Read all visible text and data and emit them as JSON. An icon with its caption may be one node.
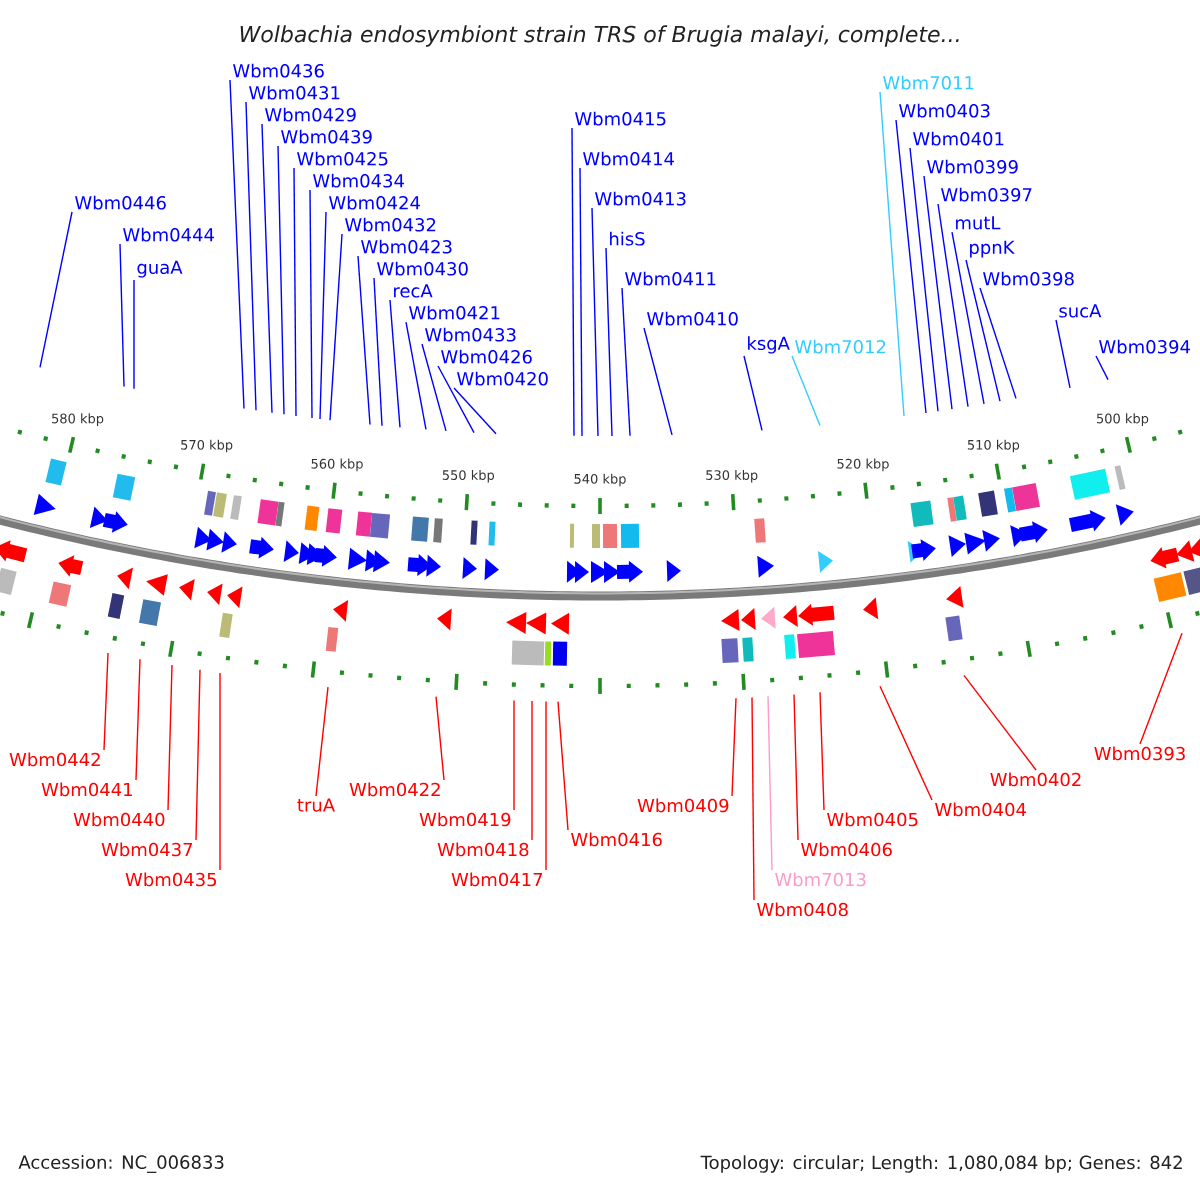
{
  "diagram": {
    "title": "Wolbachia endosymbiont strain TRS of Brugia malayi, complete...",
    "nodes": [
      {
        "text": [
          "Wbm0446"
        ]
      },
      {
        "text": [
          "Wbm0444"
        ]
      },
      {
        "text": [
          "guaA"
        ]
      },
      {
        "text": [
          "Wbm0436"
        ]
      },
      {
        "text": [
          "Wbm0431"
        ]
      },
      {
        "text": [
          "Wbm0429"
        ]
      },
      {
        "text": [
          "Wbm0439"
        ]
      },
      {
        "text": [
          "Wbm0425"
        ]
      },
      {
        "text": [
          "Wbm0434"
        ]
      },
      {
        "text": [
          "Wbm0424"
        ]
      },
      {
        "text": [
          "Wbm0432"
        ]
      },
      {
        "text": [
          "Wbm0423"
        ]
      },
      {
        "text": [
          "Wbm0430"
        ]
      },
      {
        "text": [
          "recA"
        ]
      },
      {
        "text": [
          "Wbm0421"
        ]
      },
      {
        "text": [
          "Wbm0433"
        ]
      },
      {
        "text": [
          "Wbm0426"
        ]
      },
      {
        "text": [
          "Wbm0420"
        ]
      },
      {
        "text": [
          "Wbm0415"
        ]
      },
      {
        "text": [
          "Wbm0414"
        ]
      },
      {
        "text": [
          "Wbm0413"
        ]
      },
      {
        "text": [
          "hisS"
        ]
      },
      {
        "text": [
          "Wbm0411"
        ]
      },
      {
        "text": [
          "Wbm0410"
        ]
      },
      {
        "text": [
          "ksgA"
        ]
      },
      {
        "text": [
          "Wbm7012"
        ]
      },
      {
        "text": [
          "Wbm7011"
        ]
      },
      {
        "text": [
          "Wbm0403"
        ]
      },
      {
        "text": [
          "Wbm0401"
        ]
      },
      {
        "text": [
          "Wbm0399"
        ]
      },
      {
        "text": [
          "Wbm0397"
        ]
      },
      {
        "text": [
          "mutL"
        ]
      },
      {
        "text": [
          "ppnK"
        ]
      },
      {
        "text": [
          "Wbm0398"
        ]
      },
      {
        "text": [
          "sucA"
        ]
      },
      {
        "text": [
          "Wbm0394"
        ]
      },
      {
        "text": [
          "Wbm0442"
        ]
      },
      {
        "text": [
          "Wbm0441"
        ]
      },
      {
        "text": [
          "Wbm0440"
        ]
      },
      {
        "text": [
          "Wbm0437"
        ]
      },
      {
        "text": [
          "Wbm0435"
        ]
      },
      {
        "text": [
          "truA"
        ]
      },
      {
        "text": [
          "Wbm0422"
        ]
      },
      {
        "text": [
          "Wbm0419"
        ]
      },
      {
        "text": [
          "Wbm0418"
        ]
      },
      {
        "text": [
          "Wbm0417"
        ]
      },
      {
        "text": [
          "Wbm0416"
        ]
      },
      {
        "text": [
          "Wbm0409"
        ]
      },
      {
        "text": [
          "Wbm0408"
        ]
      },
      {
        "text": [
          "Wbm7013"
        ]
      },
      {
        "text": [
          "Wbm0406"
        ]
      },
      {
        "text": [
          "Wbm0405"
        ]
      },
      {
        "text": [
          "Wbm0404"
        ]
      },
      {
        "text": [
          "Wbm0402"
        ]
      },
      {
        "text": [
          "Wbm0393"
        ]
      }
    ],
    "edges": [
      {
        "from": 0,
        "to": null,
        "arrow": "none"
      },
      {
        "from": 1,
        "to": null,
        "arrow": "none"
      },
      {
        "from": 2,
        "to": null,
        "arrow": "none"
      },
      {
        "from": 3,
        "to": null,
        "arrow": "none"
      },
      {
        "from": 4,
        "to": null,
        "arrow": "none"
      },
      {
        "from": 5,
        "to": null,
        "arrow": "none"
      },
      {
        "from": 6,
        "to": null,
        "arrow": "none"
      },
      {
        "from": 7,
        "to": null,
        "arrow": "none"
      },
      {
        "from": 8,
        "to": null,
        "arrow": "none"
      },
      {
        "from": 9,
        "to": null,
        "arrow": "none"
      },
      {
        "from": 10,
        "to": null,
        "arrow": "none"
      },
      {
        "from": 11,
        "to": null,
        "arrow": "none"
      },
      {
        "from": 12,
        "to": null,
        "arrow": "none"
      },
      {
        "from": 13,
        "to": null,
        "arrow": "none"
      },
      {
        "from": 14,
        "to": null,
        "arrow": "none"
      },
      {
        "from": 15,
        "to": null,
        "arrow": "none"
      },
      {
        "from": 16,
        "to": null,
        "arrow": "none"
      },
      {
        "from": 17,
        "to": null,
        "arrow": "none"
      },
      {
        "from": 18,
        "to": null,
        "arrow": "none"
      },
      {
        "from": 19,
        "to": null,
        "arrow": "none"
      },
      {
        "from": 20,
        "to": null,
        "arrow": "none"
      },
      {
        "from": 21,
        "to": null,
        "arrow": "none"
      },
      {
        "from": 22,
        "to": null,
        "arrow": "none"
      },
      {
        "from": 23,
        "to": null,
        "arrow": "none"
      },
      {
        "from": 24,
        "to": null,
        "arrow": "none"
      },
      {
        "from": 25,
        "to": null,
        "arrow": "none",
        "color": "#33ccff"
      },
      {
        "from": 26,
        "to": null,
        "arrow": "none",
        "color": "#33ccff"
      },
      {
        "from": 27,
        "to": null,
        "arrow": "none"
      },
      {
        "from": 28,
        "to": null,
        "arrow": "none"
      },
      {
        "from": 29,
        "to": null,
        "arrow": "none"
      },
      {
        "from": 30,
        "to": null,
        "arrow": "none"
      },
      {
        "from": 31,
        "to": null,
        "arrow": "none"
      },
      {
        "from": 32,
        "to": null,
        "arrow": "none"
      },
      {
        "from": 33,
        "to": null,
        "arrow": "none"
      },
      {
        "from": 34,
        "to": null,
        "arrow": "none"
      },
      {
        "from": 35,
        "to": null,
        "arrow": "none"
      },
      {
        "from": 36,
        "to": null,
        "arrow": "none",
        "color": "#ff0000"
      },
      {
        "from": 37,
        "to": null,
        "arrow": "none",
        "color": "#ff0000"
      },
      {
        "from": 38,
        "to": null,
        "arrow": "none",
        "color": "#ff0000"
      },
      {
        "from": 39,
        "to": null,
        "arrow": "none",
        "color": "#ff0000"
      },
      {
        "from": 40,
        "to": null,
        "arrow": "none",
        "color": "#ff0000"
      },
      {
        "from": 41,
        "to": null,
        "arrow": "none",
        "color": "#ff0000"
      },
      {
        "from": 42,
        "to": null,
        "arrow": "none",
        "color": "#ff0000"
      },
      {
        "from": 43,
        "to": null,
        "arrow": "none",
        "color": "#ff0000"
      },
      {
        "from": 44,
        "to": null,
        "arrow": "none",
        "color": "#ff0000"
      },
      {
        "from": 45,
        "to": null,
        "arrow": "none",
        "color": "#ff0000"
      },
      {
        "from": 46,
        "to": null,
        "arrow": "none",
        "color": "#ff0000"
      },
      {
        "from": 47,
        "to": null,
        "arrow": "none",
        "color": "#ff0000"
      },
      {
        "from": 48,
        "to": null,
        "arrow": "none",
        "color": "#ff0000"
      },
      {
        "from": 49,
        "to": null,
        "arrow": "none",
        "color": "#ff99cc"
      },
      {
        "from": 50,
        "to": null,
        "arrow": "none",
        "color": "#ff0000"
      },
      {
        "from": 51,
        "to": null,
        "arrow": "none",
        "color": "#ff0000"
      },
      {
        "from": 52,
        "to": null,
        "arrow": "none",
        "color": "#ff0000"
      },
      {
        "from": 53,
        "to": null,
        "arrow": "none",
        "color": "#ff0000"
      },
      {
        "from": 54,
        "to": null,
        "arrow": "none",
        "color": "#ff0000"
      }
    ],
    "labels": [
      "580 kbp",
      "570 kbp",
      "560 kbp",
      "550 kbp",
      "540 kbp",
      "530 kbp",
      "520 kbp",
      "510 kbp",
      "500 kbp",
      "Accession: NC_006833",
      "Topology: circular; Length: 1,080,084 bp; Genes: 842"
    ]
  }
}
